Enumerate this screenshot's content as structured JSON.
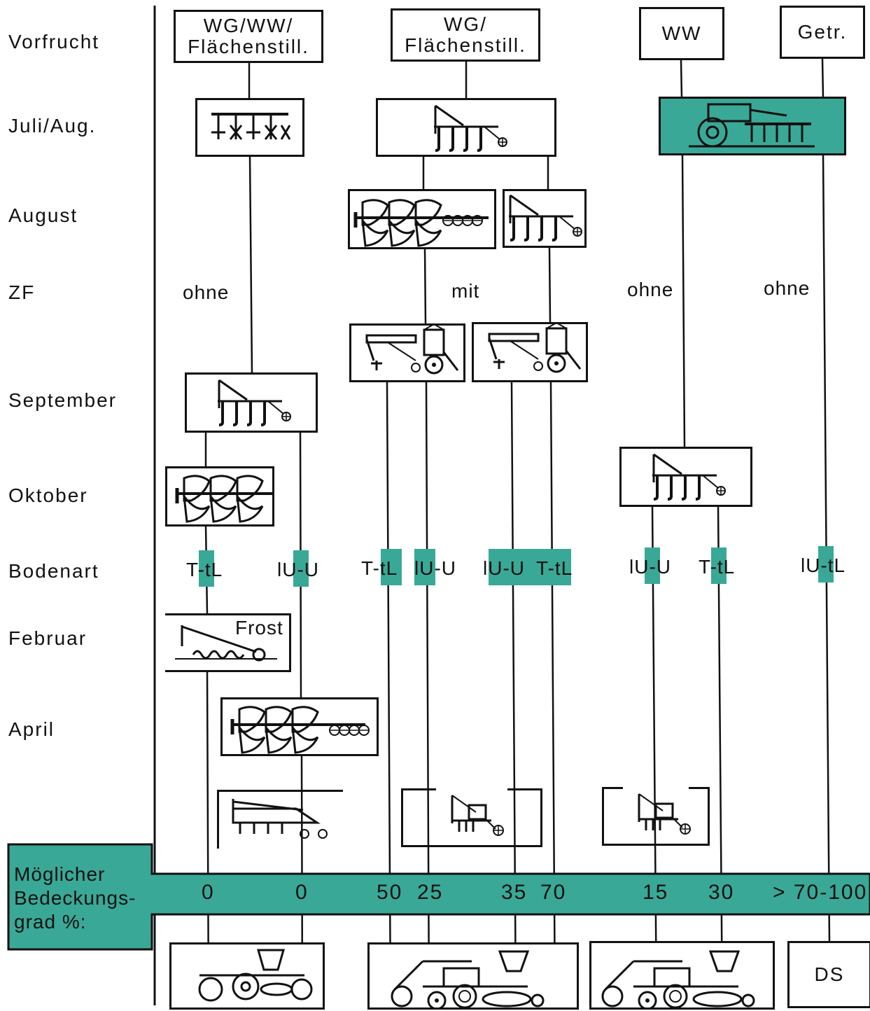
{
  "rows": {
    "vorfrucht": "Vorfrucht",
    "juli_aug": "Juli/Aug.",
    "august": "August",
    "zf": "ZF",
    "september": "September",
    "oktober": "Oktober",
    "bodenart": "Bodenart",
    "februar": "Februar",
    "april": "April"
  },
  "vorfrucht": {
    "col1_line1": "WG/WW/",
    "col1_line2": "Flächenstill.",
    "col2_line1": "WG/",
    "col2_line2": "Flächenstill.",
    "col3": "WW",
    "col4": "Getr."
  },
  "zf": {
    "c1": "ohne",
    "c2": "mit",
    "c3": "ohne",
    "c4": "ohne"
  },
  "bodenart": {
    "b1": [
      "T",
      "-",
      "tL"
    ],
    "b2": [
      "lU",
      "-",
      "U"
    ],
    "b3": [
      "T",
      "-",
      "tL"
    ],
    "b4": [
      "lU",
      "-",
      "U"
    ],
    "b5": [
      "lU",
      "-",
      "U"
    ],
    "b6": [
      "T",
      "-",
      "tL"
    ],
    "b7": [
      "lU",
      "-",
      "U"
    ],
    "b8": [
      "T",
      "-",
      "tL"
    ],
    "b9": [
      "lU",
      "-",
      "tL"
    ]
  },
  "februar_note": "Frost",
  "coverage": {
    "label_line1": "Möglicher",
    "label_line2": "Bedeckungs-",
    "label_line3": "grad %:",
    "values": [
      "0",
      "0",
      "50",
      "25",
      "35",
      "70",
      "15",
      "30",
      "> 70-100"
    ]
  },
  "final": {
    "ds": "DS"
  },
  "colors": {
    "accent": "#3aa896",
    "line": "#111111"
  },
  "icons": [
    "cultivator-icon",
    "chisel-plough-icon",
    "plough-icon",
    "disc-harrow-icon",
    "catch-crop-drill-icon",
    "frost-packer-icon",
    "rotary-harrow-icon",
    "rotary-tiller-icon",
    "seed-drill-icon",
    "mulch-drill-icon"
  ]
}
